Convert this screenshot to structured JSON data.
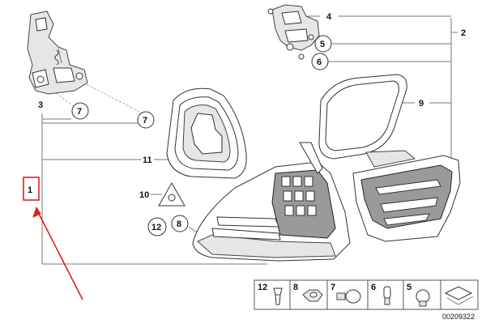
{
  "callouts": {
    "c1": "1",
    "c2": "2",
    "c3": "3",
    "c4": "4",
    "c5": "5",
    "c6": "6",
    "c7a": "7",
    "c7b": "7",
    "c8": "8",
    "c9": "9",
    "c10": "10",
    "c11": "11",
    "c12": "12"
  },
  "legend": {
    "items": [
      {
        "num": "12"
      },
      {
        "num": "8"
      },
      {
        "num": "7"
      },
      {
        "num": "6"
      },
      {
        "num": "5"
      }
    ]
  },
  "diagram_id": "00209322",
  "colors": {
    "highlight": "#e02020",
    "line": "#777777"
  }
}
